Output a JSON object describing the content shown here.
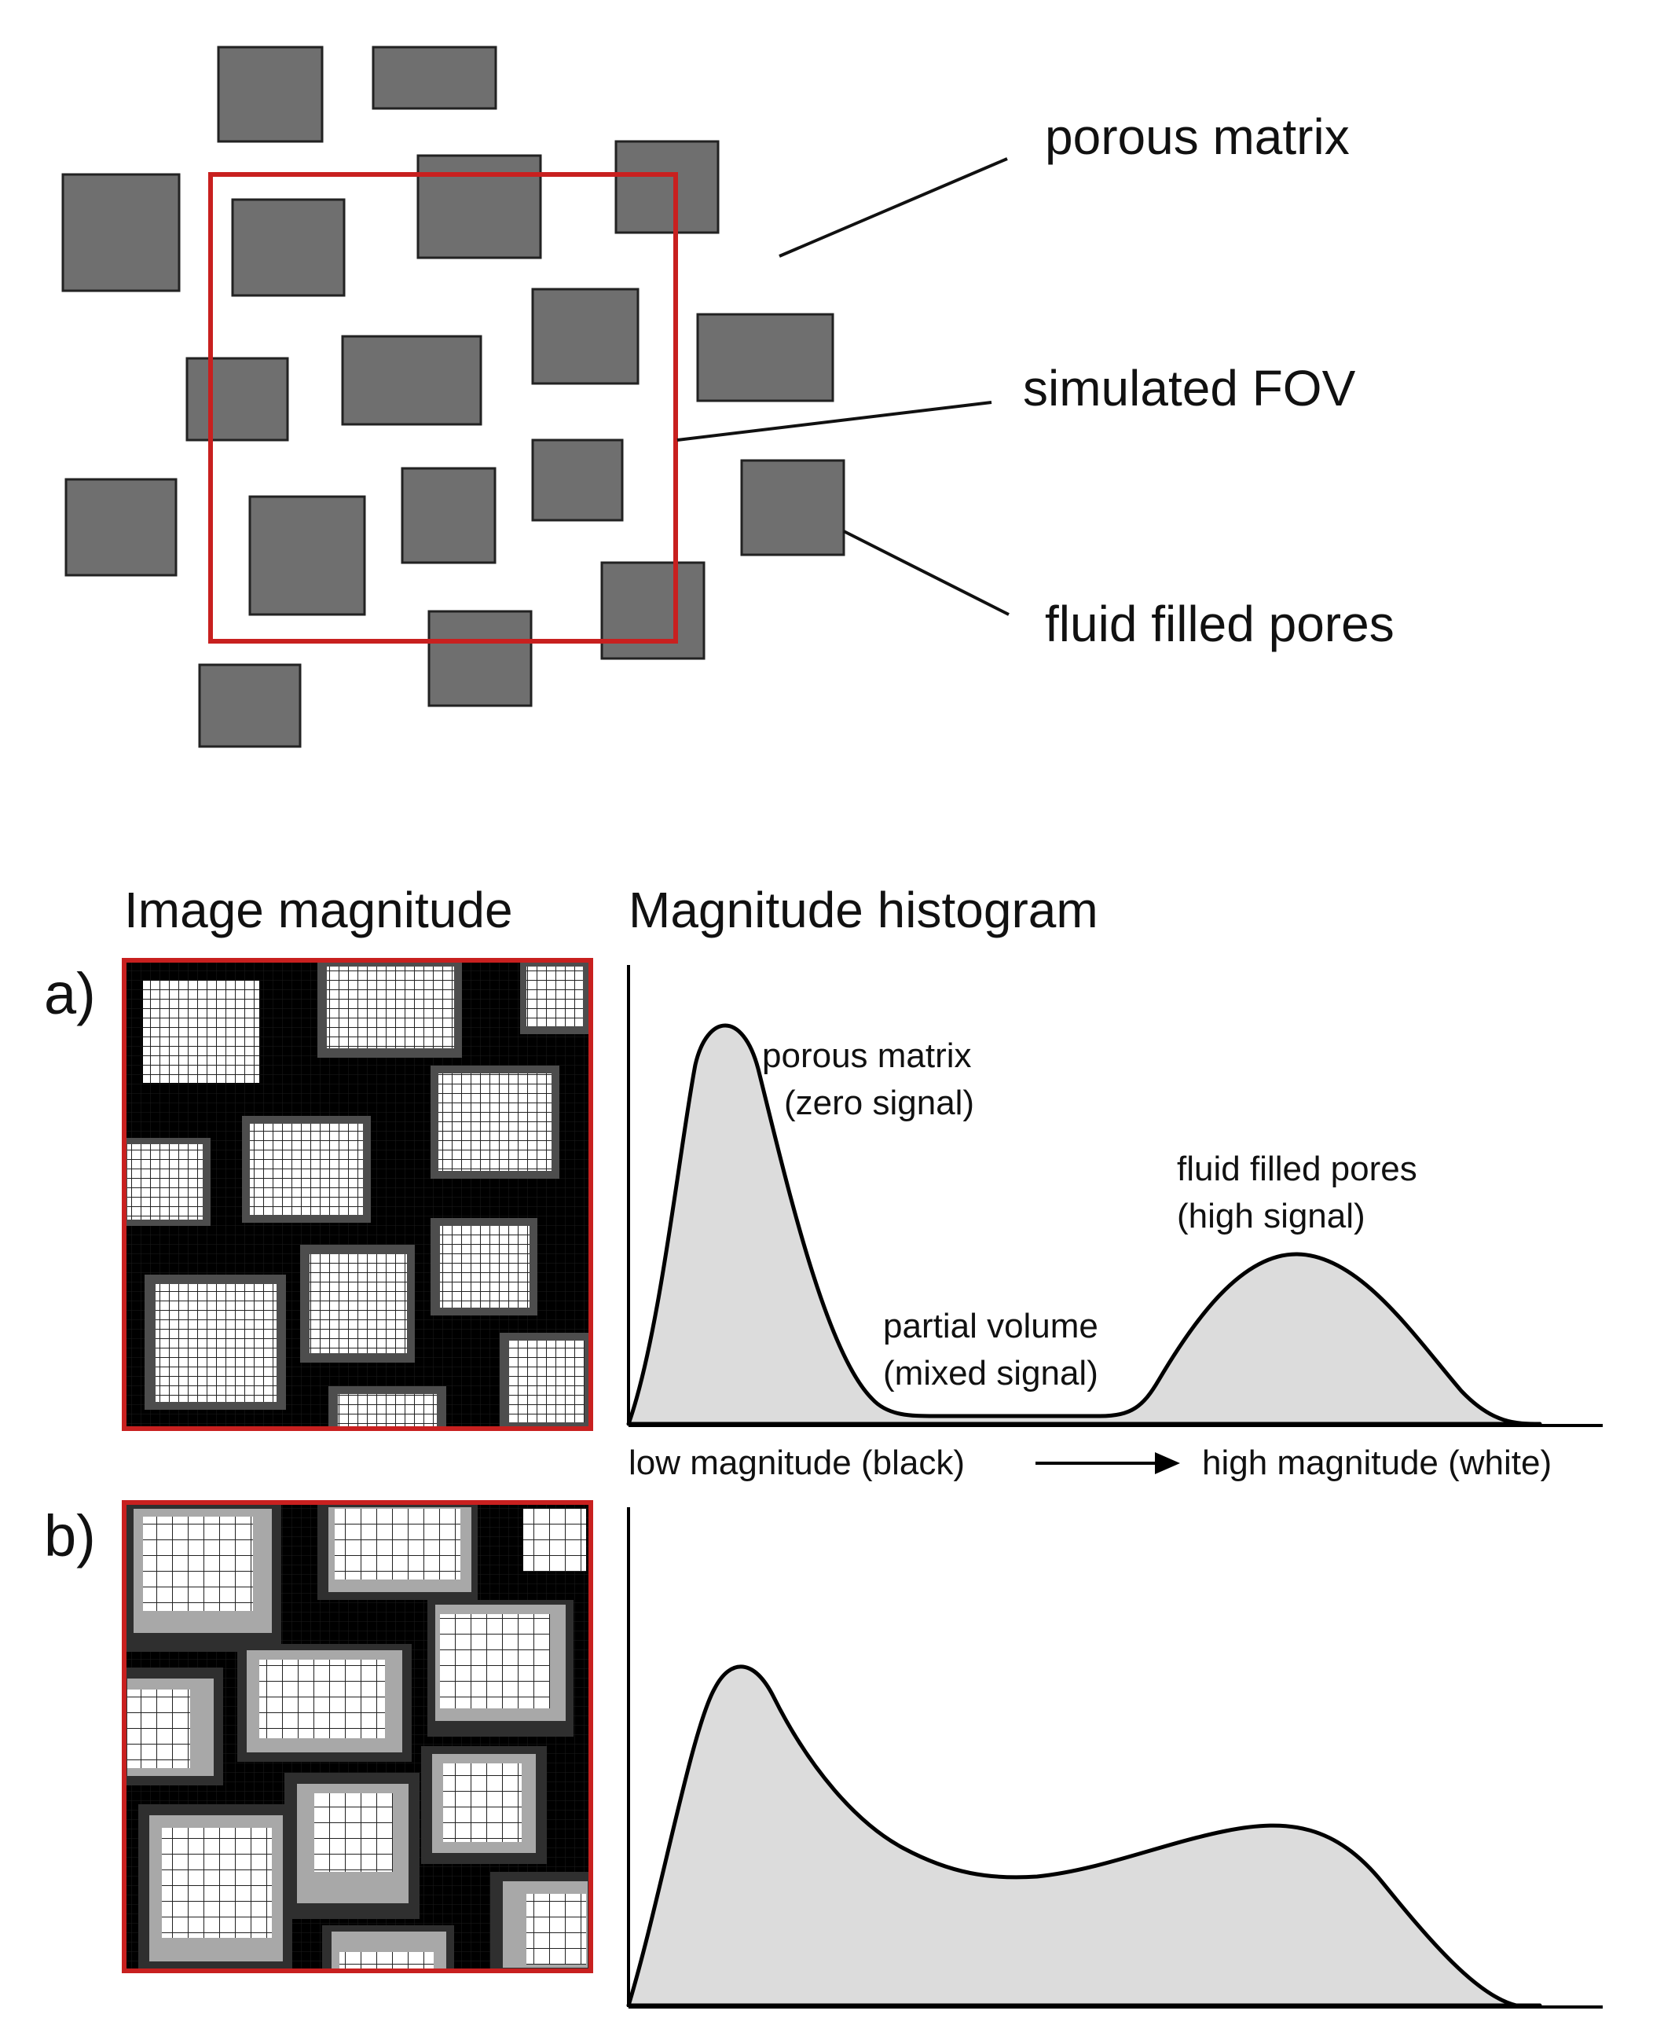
{
  "schematic": {
    "labels": {
      "porous_matrix": "porous matrix",
      "simulated_fov": "simulated FOV",
      "fluid_filled_pores": "fluid filled pores"
    }
  },
  "panels": {
    "image_header": "Image magnitude",
    "histogram_header": "Magnitude histogram",
    "a": {
      "label": "a)"
    },
    "b": {
      "label": "b)"
    }
  },
  "histogram_annotations": {
    "porous_matrix": [
      "porous matrix",
      "(zero signal)"
    ],
    "fluid_filled_pores": [
      "fluid filled pores",
      "(high signal)"
    ],
    "partial_volume": [
      "partial volume",
      "(mixed signal)"
    ]
  },
  "axis": {
    "low": "low magnitude (black)",
    "high": "high magnitude (white)"
  },
  "colors": {
    "fov_red": "#c8201f",
    "pore_grey": "#6f6f6f",
    "hist_fill": "#dcdcdc",
    "matrix_black": "#000000"
  }
}
